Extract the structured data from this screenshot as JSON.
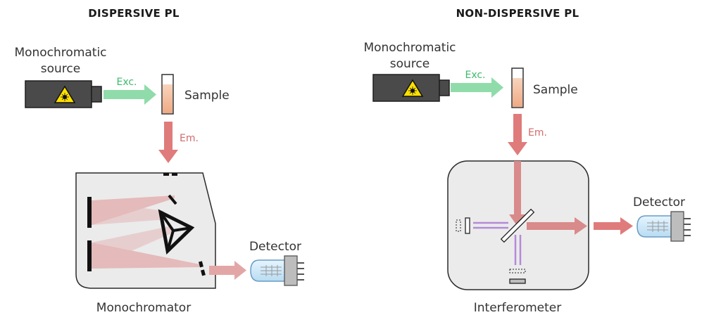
{
  "left": {
    "title": "DISPERSIVE PL",
    "source_label_line1": "Monochromatic",
    "source_label_line2": "source",
    "excitation_label": "Exc.",
    "sample_label": "Sample",
    "emission_label": "Em.",
    "instrument_label": "Monochromator",
    "detector_label": "Detector"
  },
  "right": {
    "title": "NON-DISPERSIVE PL",
    "source_label_line1": "Monochromatic",
    "source_label_line2": "source",
    "excitation_label": "Exc.",
    "sample_label": "Sample",
    "emission_label": "Em.",
    "instrument_label": "Interferometer",
    "detector_label": "Detector"
  },
  "icons": [
    "laser-warning-icon",
    "cuvette-icon",
    "detector-icon",
    "grating-icon",
    "mirror-icon",
    "slit-icon",
    "beamsplitter-icon"
  ],
  "colors": {
    "excitation": "#8fdcaa",
    "emission": "#e07b7b",
    "emission_beam": "#d98a8a",
    "interferometer_beam": "#b48ad8",
    "instrument_fill": "#ebebeb",
    "source_body": "#4a4a4a",
    "warning_yellow": "#ffe100"
  }
}
